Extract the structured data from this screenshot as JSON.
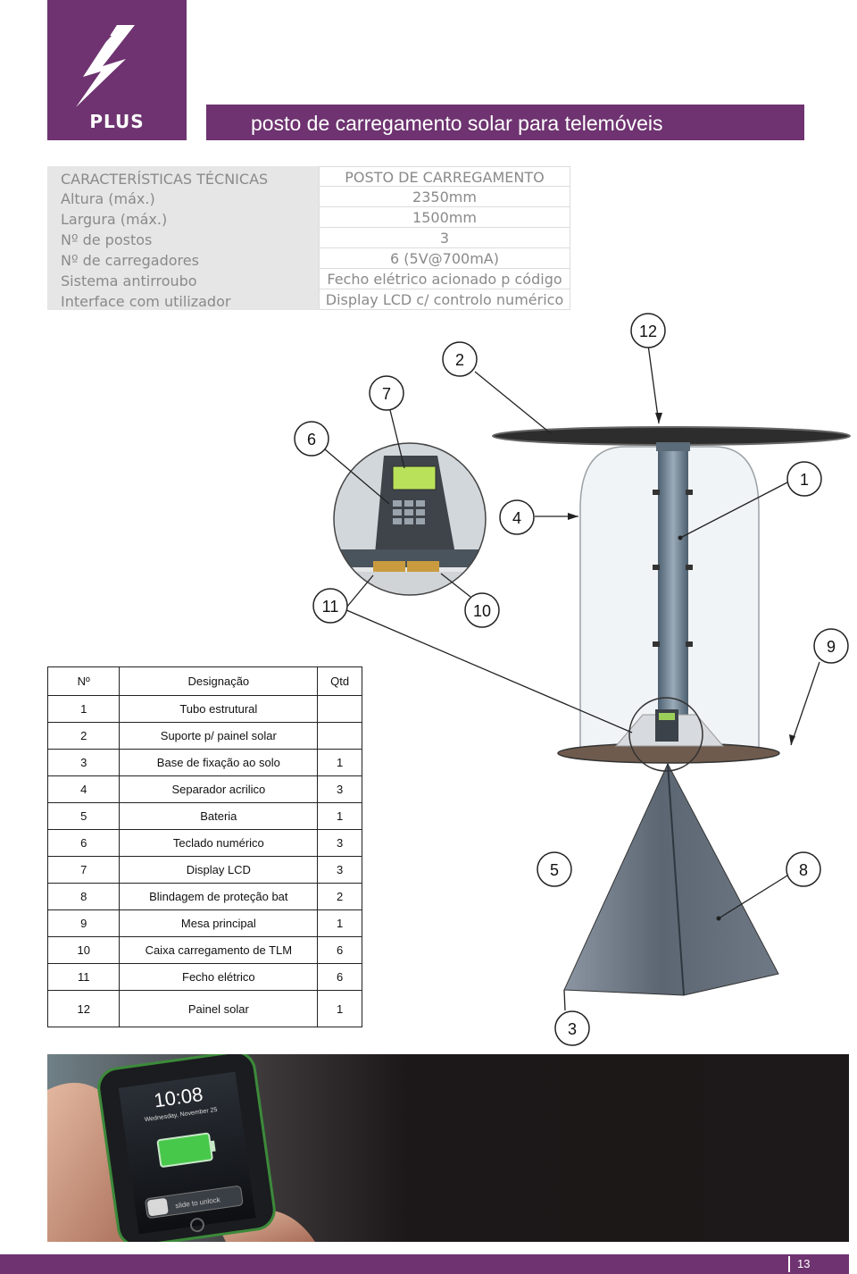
{
  "header": {
    "logo_text": "PLUS",
    "title": "posto de carregamento solar para telemóveis"
  },
  "specs": {
    "header_key": "CARACTERÍSTICAS TÉCNICAS",
    "header_value": "POSTO DE CARREGAMENTO",
    "rows": [
      {
        "key": "Altura (máx.)",
        "value": "2350mm"
      },
      {
        "key": "Largura (máx.)",
        "value": "1500mm"
      },
      {
        "key": "Nº de postos",
        "value": "3"
      },
      {
        "key": "Nº de carregadores",
        "value": "6 (5V@700mA)"
      },
      {
        "key": "Sistema antirroubo",
        "value": "Fecho elétrico acionado p código"
      },
      {
        "key": "Interface com utilizador",
        "value": "Display LCD c/ controlo numérico"
      }
    ]
  },
  "parts_table": {
    "headers": [
      "Nº",
      "Designação",
      "Qtd"
    ],
    "rows": [
      {
        "n": "1",
        "name": "Tubo estrutural",
        "qty": ""
      },
      {
        "n": "2",
        "name": "Suporte p/ painel solar",
        "qty": ""
      },
      {
        "n": "3",
        "name": "Base de fixação ao solo",
        "qty": "1"
      },
      {
        "n": "4",
        "name": "Separador acrilico",
        "qty": "3"
      },
      {
        "n": "5",
        "name": "Bateria",
        "qty": "1"
      },
      {
        "n": "6",
        "name": "Teclado numérico",
        "qty": "3"
      },
      {
        "n": "7",
        "name": "Display LCD",
        "qty": "3"
      },
      {
        "n": "8",
        "name": "Blindagem de proteção bat",
        "qty": "2"
      },
      {
        "n": "9",
        "name": "Mesa principal",
        "qty": "1"
      },
      {
        "n": "10",
        "name": "Caixa carregamento de TLM",
        "qty": "6"
      },
      {
        "n": "11",
        "name": "Fecho elétrico",
        "qty": "6"
      },
      {
        "n": "12",
        "name": "Painel solar",
        "qty": "1"
      }
    ]
  },
  "callouts": [
    "12",
    "2",
    "7",
    "6",
    "1",
    "4",
    "11",
    "10",
    "9",
    "5",
    "8",
    "3"
  ],
  "photo": {
    "clock": "10:08",
    "date": "Wednesday, November 25",
    "slider": "slide to unlock"
  },
  "footer": {
    "page_number": "13"
  },
  "colors": {
    "brand_purple": "#6e3370",
    "spec_label_bg": "#e6e6e6"
  }
}
